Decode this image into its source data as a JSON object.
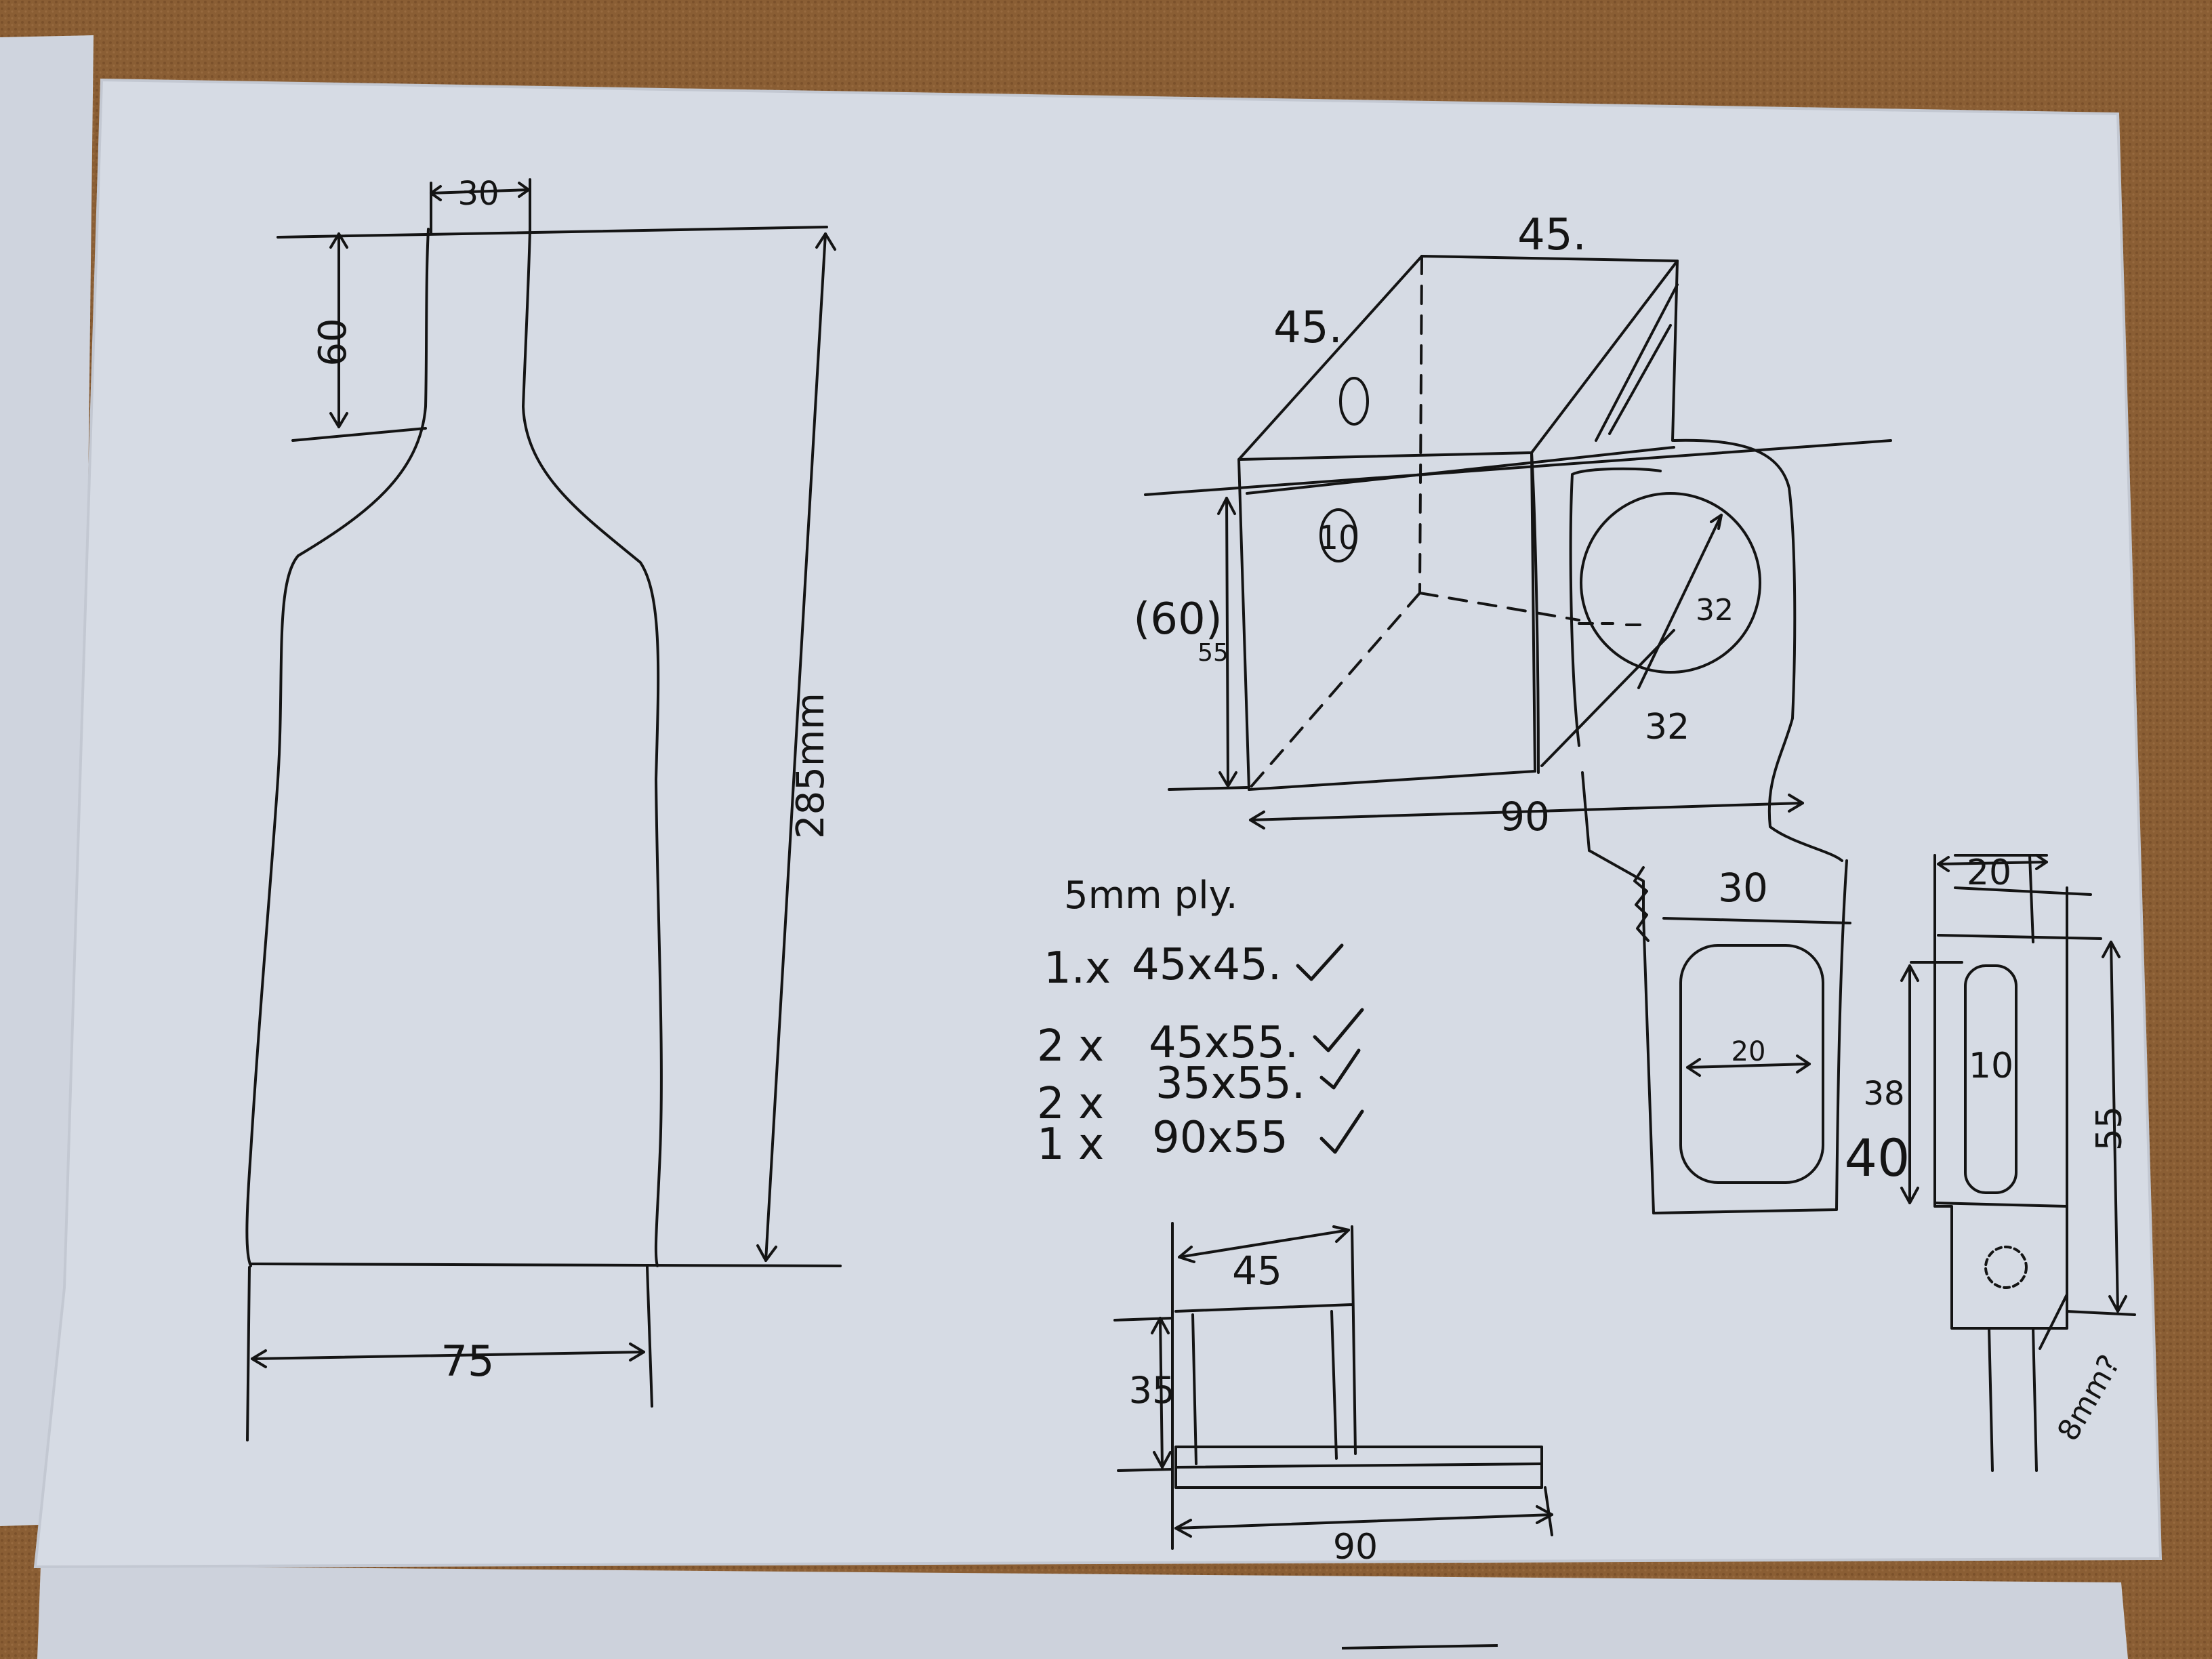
{
  "colors": {
    "carpet": "#8a5e34",
    "carpet_dark": "#6e4624",
    "paper": "#d6dbe4",
    "paper_edge": "#c3c8d2",
    "ink": "#141414"
  },
  "bottle_drawing": {
    "neck_width": "30",
    "neck_height": "60",
    "total_height": "285mm",
    "base_width": "75"
  },
  "box_drawing": {
    "top_width": "45.",
    "depth": "45.",
    "height": "(60)",
    "height_alt": "55",
    "side_hole": "10",
    "front_hole": "32",
    "front_hole_diameter": "32",
    "base_length": "90"
  },
  "cut_list": {
    "title": "5mm ply.",
    "items": [
      {
        "qty": "1.x",
        "size": "45x45."
      },
      {
        "qty": "2 x",
        "size": "45x55."
      },
      {
        "qty": "2 x",
        "size": "35x55."
      },
      {
        "qty": "1 x",
        "size": "90x55"
      }
    ]
  },
  "front_view": {
    "top_width": "30",
    "slot_width": "20"
  },
  "side_view": {
    "top_width": "20",
    "slot_width": "10",
    "slot_height": "38",
    "slot_height_alt": "40",
    "total_height": "55",
    "hole": "8mm?"
  },
  "bottom_view": {
    "width": "45",
    "height": "35",
    "base_length": "90"
  }
}
